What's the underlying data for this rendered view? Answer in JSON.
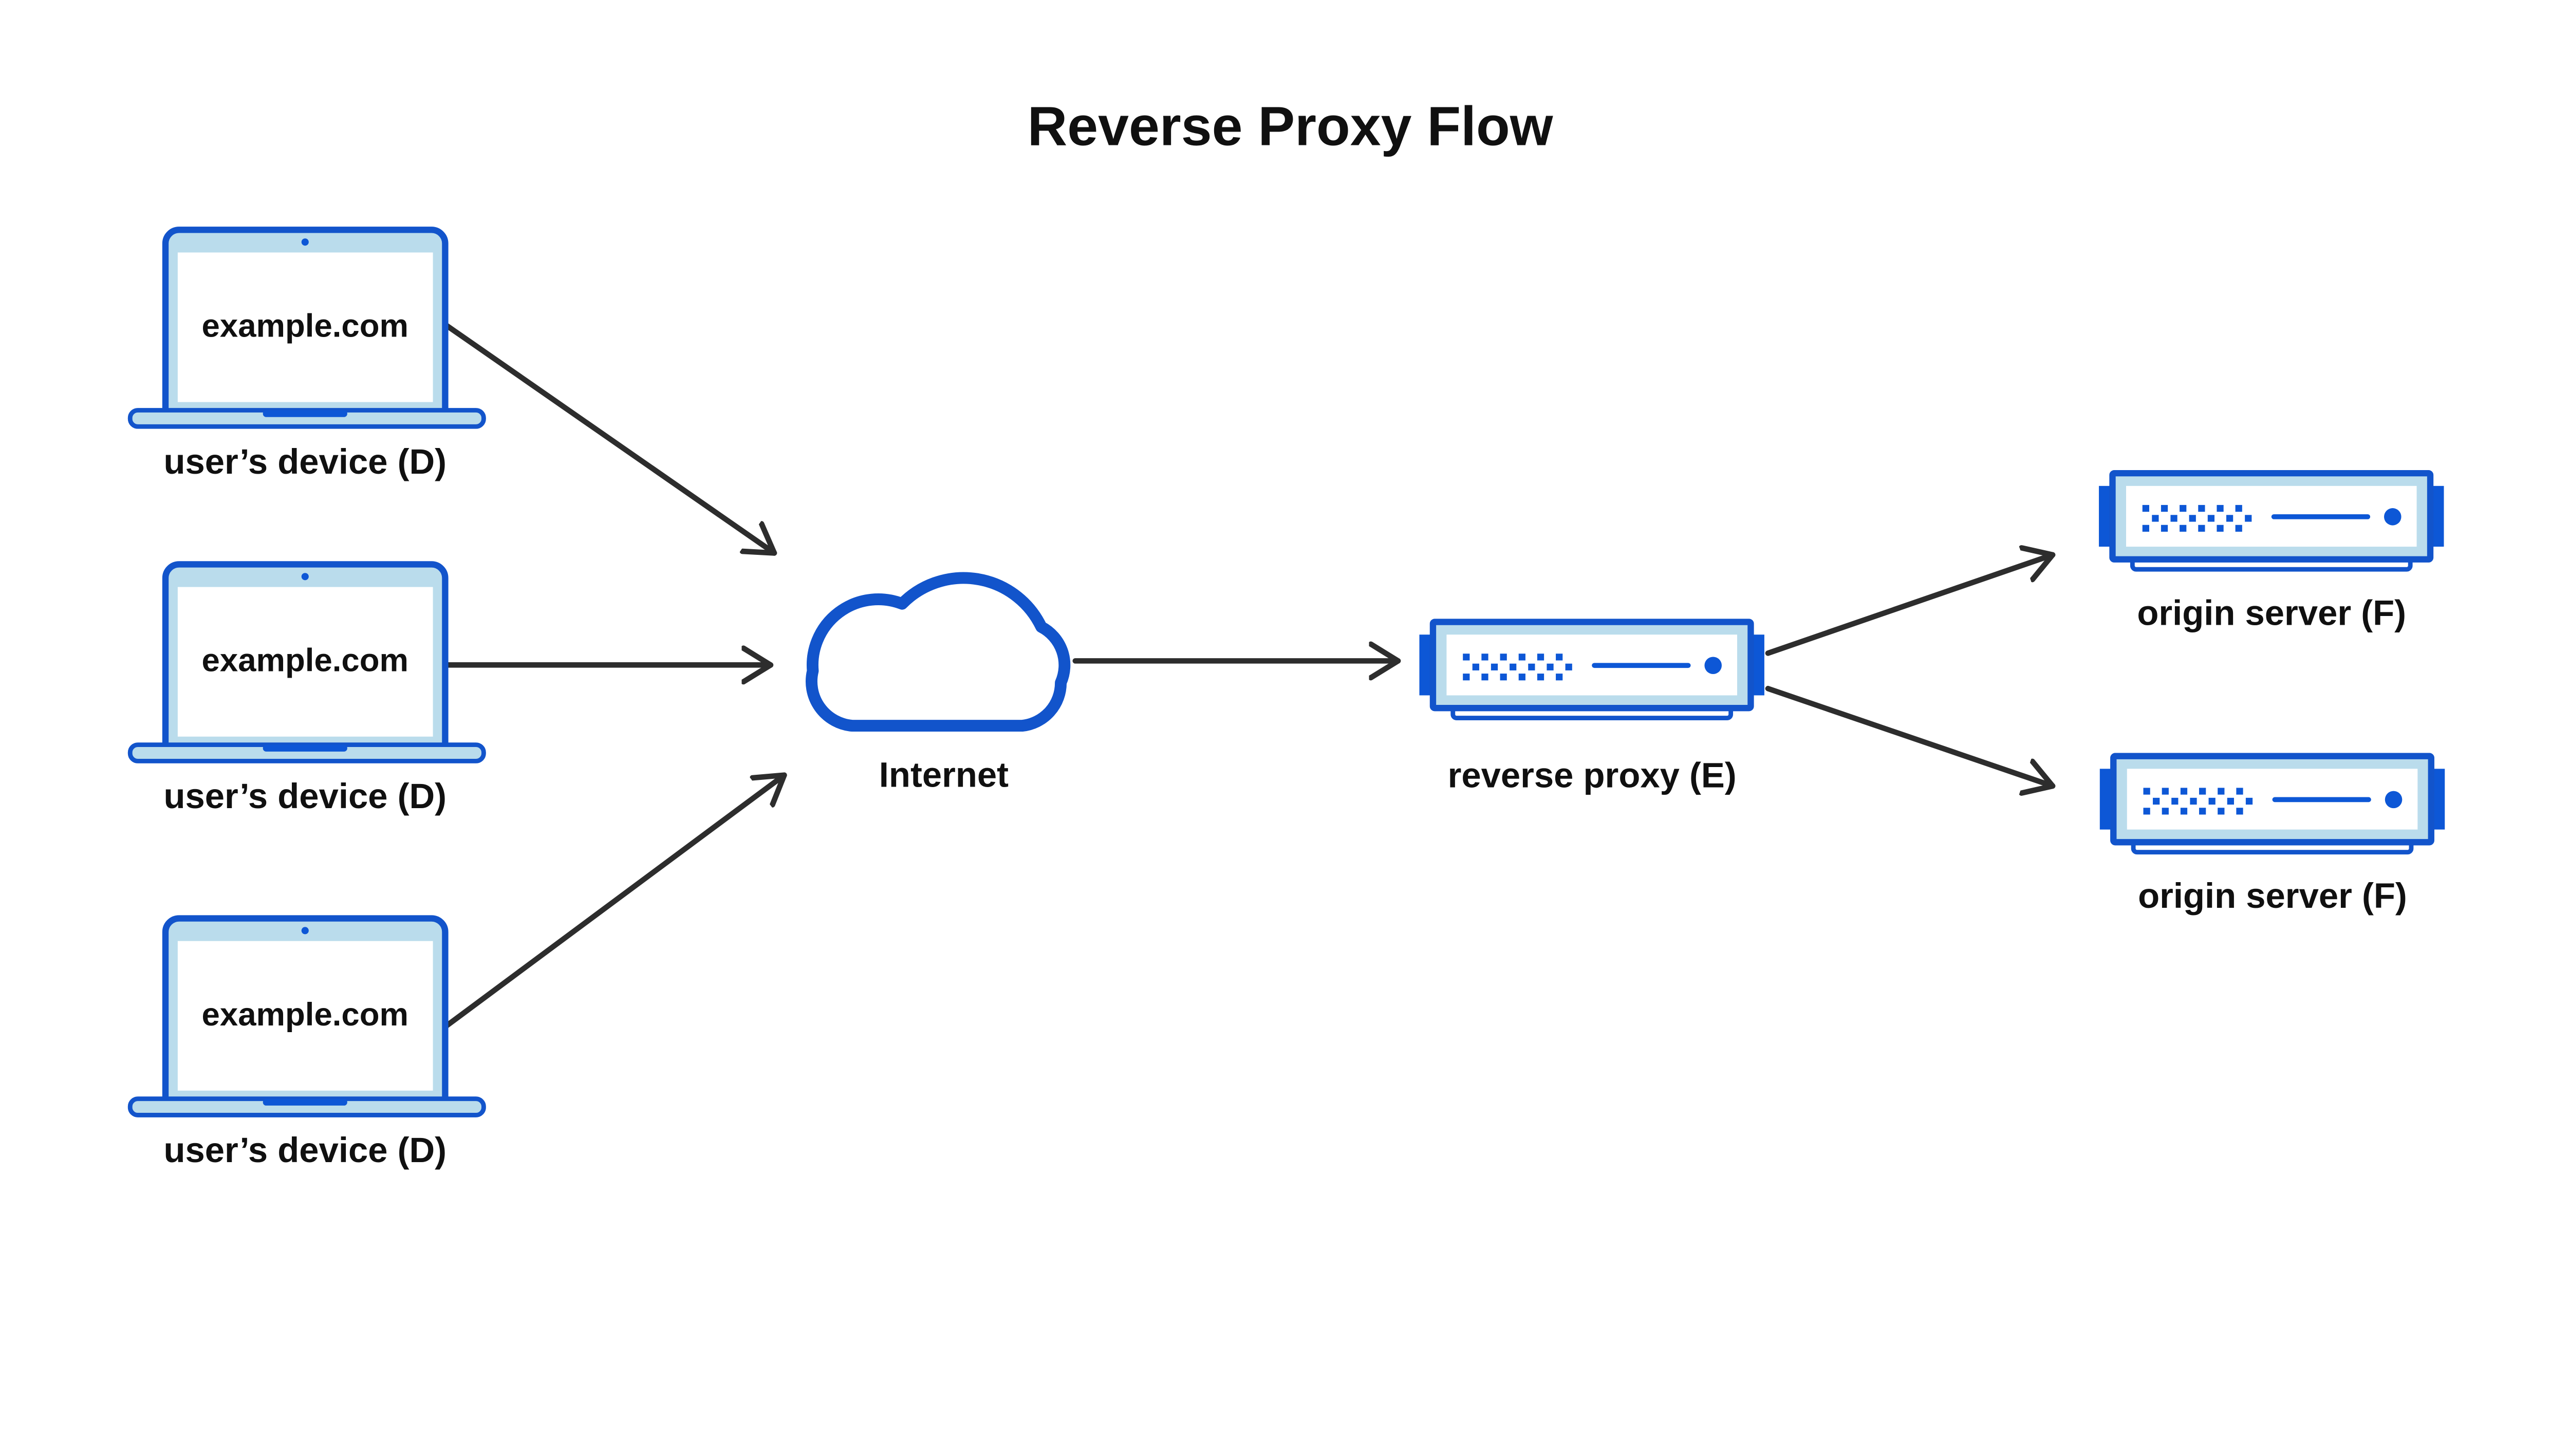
{
  "title": "Reverse Proxy Flow",
  "colors": {
    "blue_stroke": "#1254cb",
    "blue_accent": "#0d57d6",
    "light_blue": "#badcec",
    "arrow": "#2d2d2d",
    "text": "#101010",
    "bg": "#ffffff"
  },
  "user_devices": [
    {
      "screen_text": "example.com",
      "label": "user’s device (D)"
    },
    {
      "screen_text": "example.com",
      "label": "user’s device (D)"
    },
    {
      "screen_text": "example.com",
      "label": "user’s device (D)"
    }
  ],
  "internet": {
    "label": "Internet"
  },
  "reverse_proxy": {
    "label": "reverse proxy (E)"
  },
  "origin_servers": [
    {
      "label": "origin server (F)"
    },
    {
      "label": "origin server (F)"
    }
  ]
}
